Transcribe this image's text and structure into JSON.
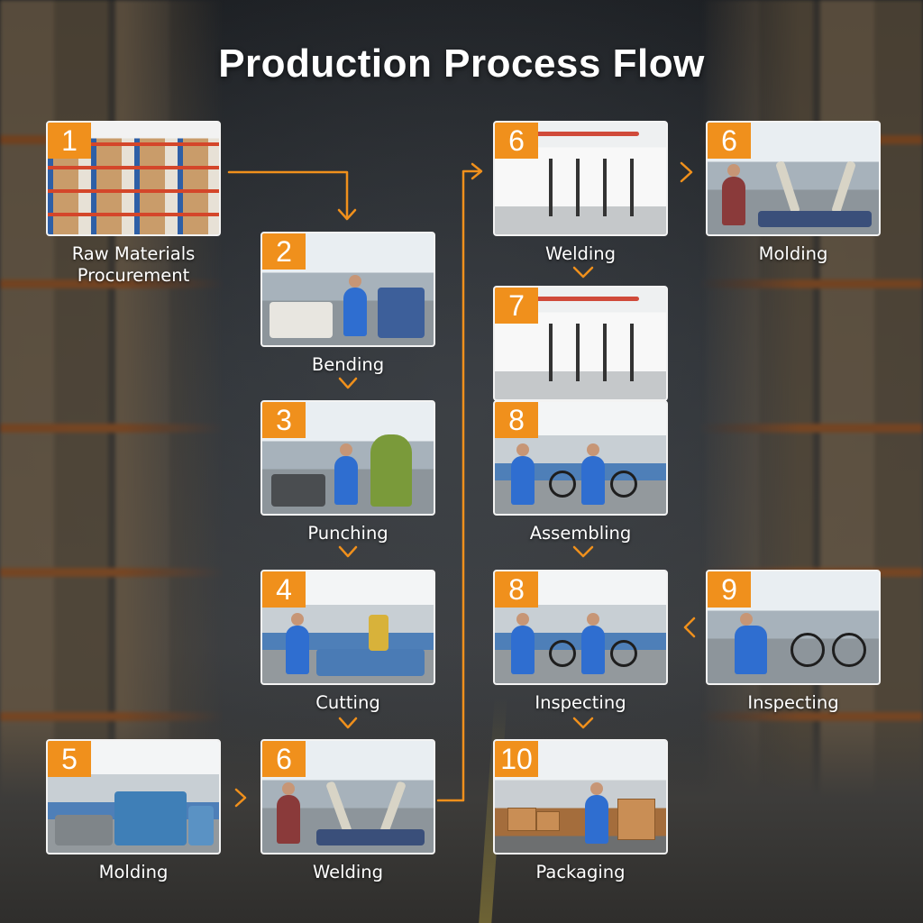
{
  "title": "Production Process Flow",
  "colors": {
    "accent": "#f0901c",
    "label": "#ffffff",
    "frame": "#f3f3f3"
  },
  "steps": [
    {
      "num": "1",
      "label": "Raw Materials\nProcurement"
    },
    {
      "num": "2",
      "label": "Bending"
    },
    {
      "num": "3",
      "label": "Punching"
    },
    {
      "num": "4",
      "label": "Cutting"
    },
    {
      "num": "5",
      "label": "Molding"
    },
    {
      "num": "6",
      "label": "Welding"
    },
    {
      "num": "6",
      "label": "Welding"
    },
    {
      "num": "6",
      "label": "Molding"
    },
    {
      "num": "7",
      "label": ""
    },
    {
      "num": "8",
      "label": "Assembling"
    },
    {
      "num": "8",
      "label": "Inspecting"
    },
    {
      "num": "9",
      "label": "Inspecting"
    },
    {
      "num": "10",
      "label": "Packaging"
    }
  ]
}
